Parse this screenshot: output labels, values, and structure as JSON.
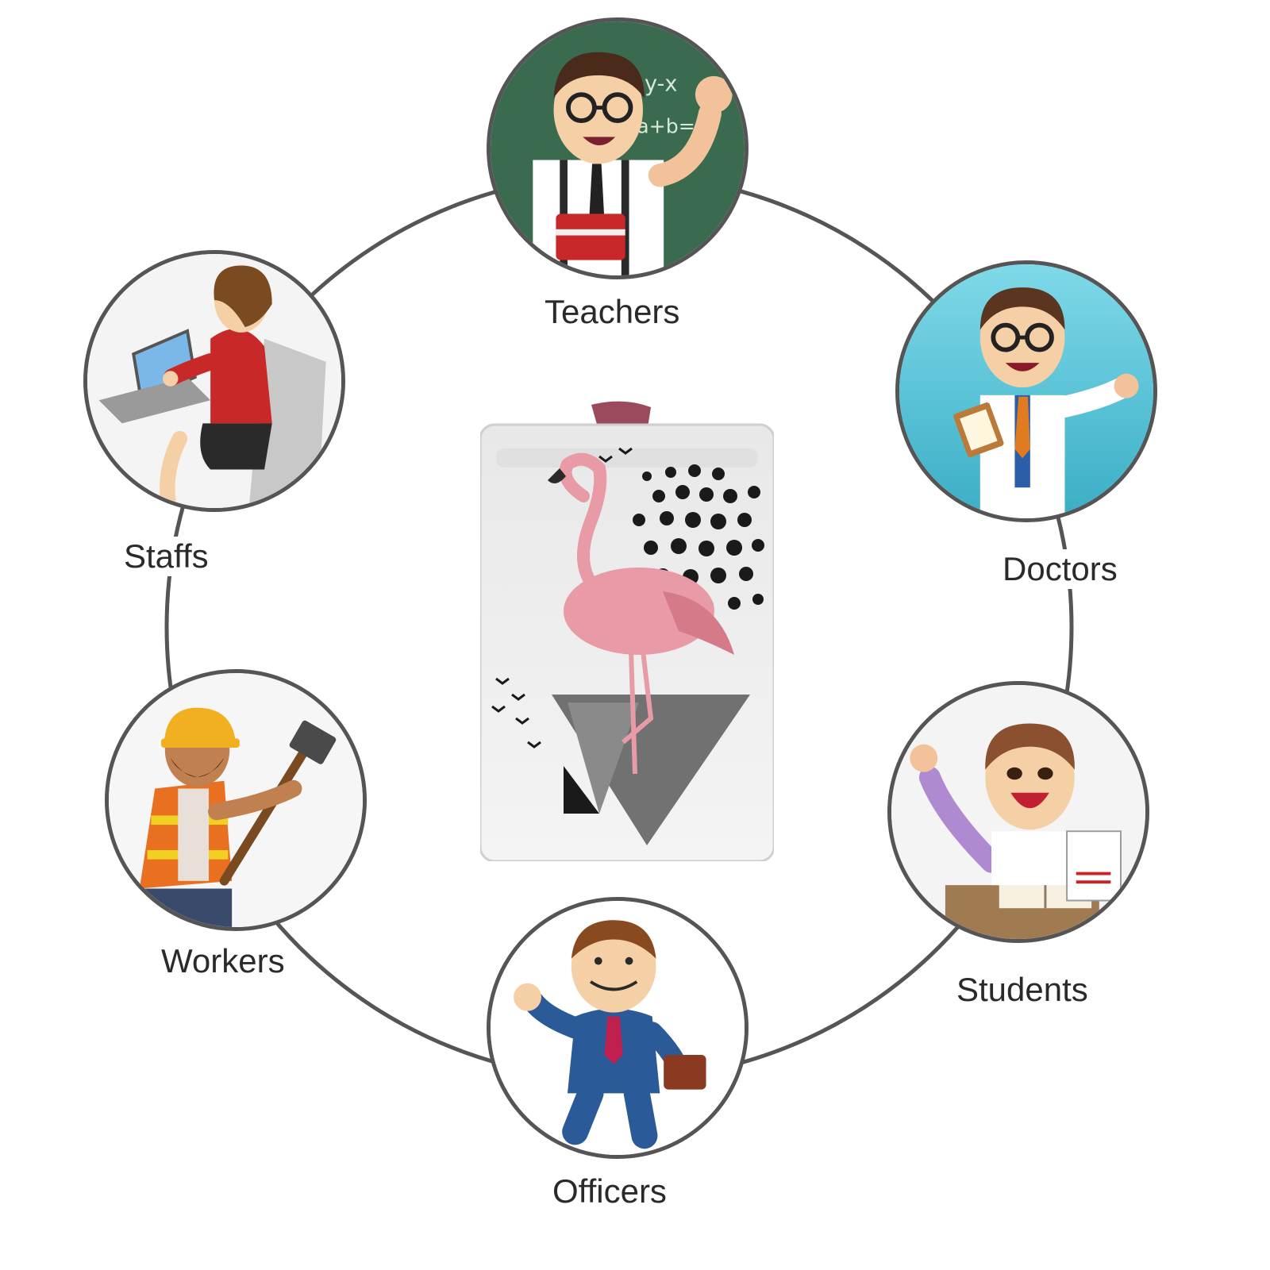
{
  "roles": [
    {
      "id": "teachers",
      "label": "Teachers",
      "icon": "teacher-icon"
    },
    {
      "id": "doctors",
      "label": "Doctors",
      "icon": "doctor-icon"
    },
    {
      "id": "students",
      "label": "Students",
      "icon": "student-icon"
    },
    {
      "id": "officers",
      "label": "Officers",
      "icon": "officer-icon"
    },
    {
      "id": "workers",
      "label": "Workers",
      "icon": "worker-icon"
    },
    {
      "id": "staffs",
      "label": "Staffs",
      "icon": "staff-icon"
    }
  ],
  "chalkboard": {
    "line1": "y-x",
    "line2": "a+b=c"
  },
  "product": {
    "name": "flamingo-badge-holder",
    "icon": "flamingo-icon"
  },
  "colors": {
    "ring": "#555555",
    "chalkboard": "#3a6b4e",
    "doctor_bg": "#5bc4d8",
    "flamingo": "#e89aa6"
  }
}
